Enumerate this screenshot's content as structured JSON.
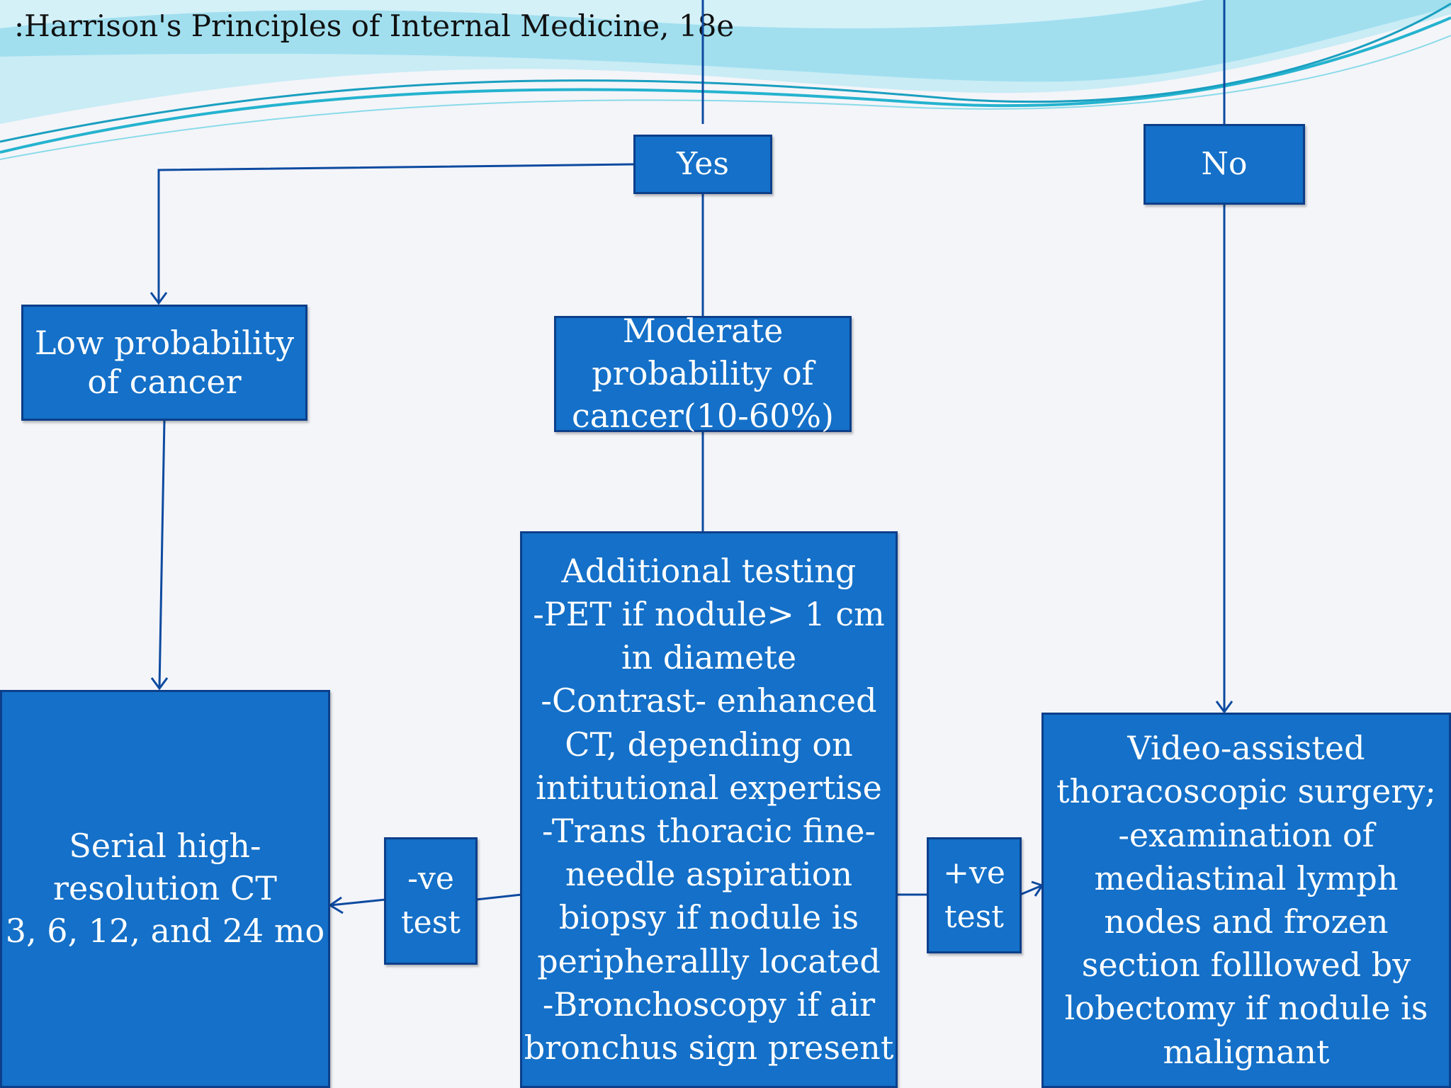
{
  "source_note": ":Harrison's Principles of Internal Medicine, 18e",
  "nodes": {
    "yes": "Yes",
    "no": "No",
    "low": "Low probability\nof cancer",
    "moderate": "Moderate\nprobability of\ncancer(10-60%)",
    "serial_ct": "Serial high-\nresolution CT\n3, 6, 12, and 24 mo",
    "additional": "Additional testing\n-PET if nodule> 1 cm\nin diamete\n-Contrast- enhanced\nCT, depending on\nintitutional expertise\n-Trans thoracic fine-\nneedle aspiration\nbiopsy if nodule is\nperipherallly located\n-Bronchoscopy if air\nbronchus sign present",
    "neg_test": "-ve\ntest",
    "pos_test": "+ve\ntest",
    "vats": "Video-assisted\nthoracoscopic  surgery;\n-examination of\nmediastinal lymph\nnodes and frozen\nsection folllowed by\nlobectomy if nodule is\nmalignant"
  },
  "colors": {
    "box_fill": "#1470c8",
    "box_border": "#0c3f8a",
    "connector": "#0d4aa0",
    "wave_light": "#c9ecf5",
    "wave_mid": "#7fd6ea",
    "wave_dark": "#24b3cf"
  }
}
